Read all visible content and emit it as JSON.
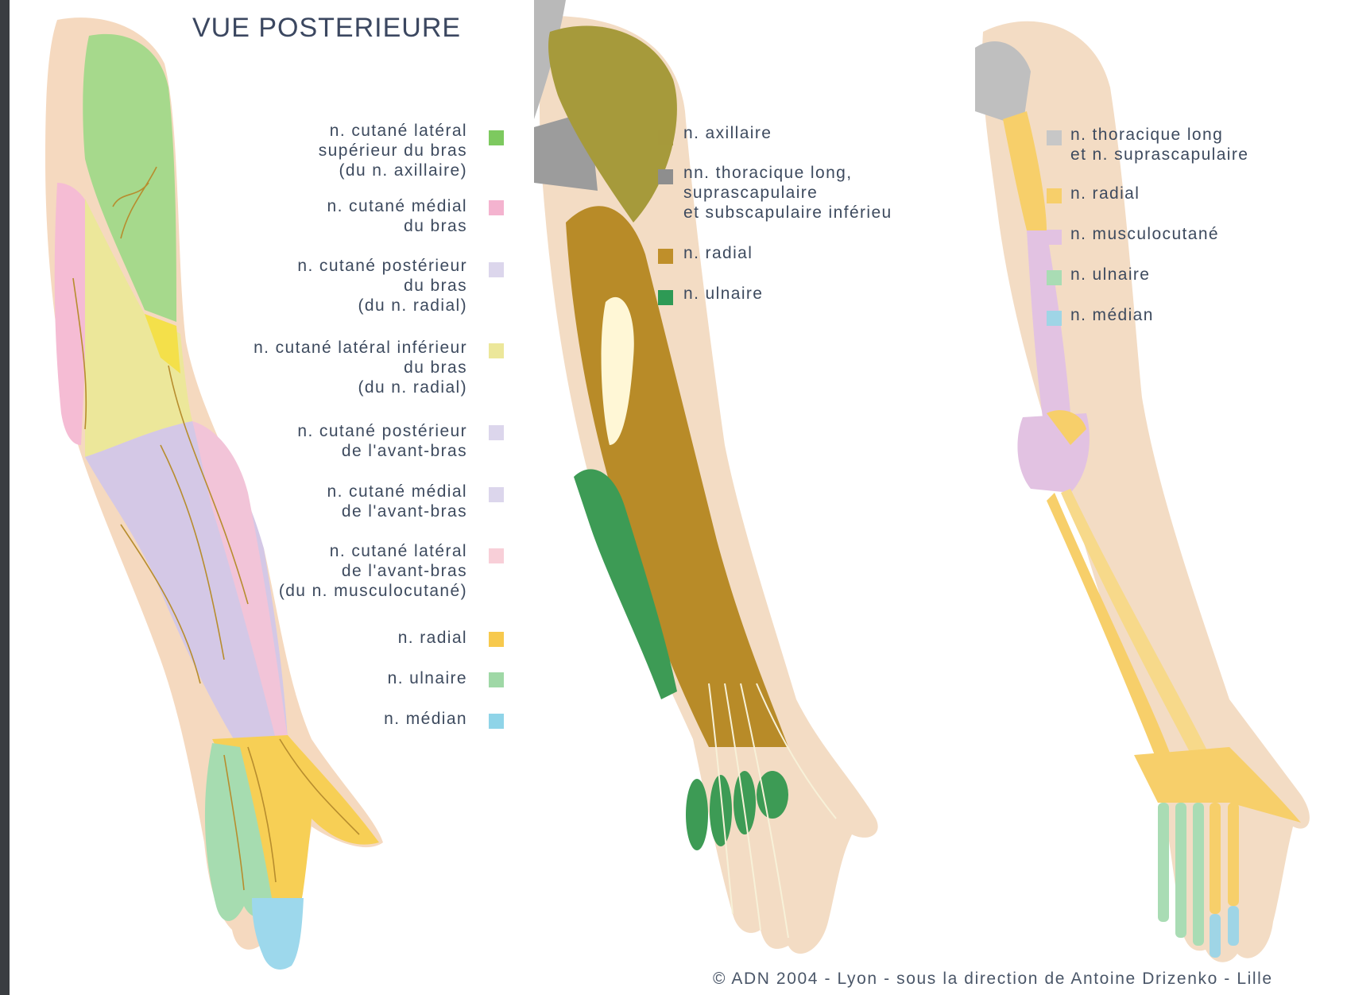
{
  "panel1": {
    "title": "VUE POSTERIEURE",
    "legend": [
      {
        "label": "n. cutané latéral\nsupérieur du bras\n(du n. axillaire)",
        "color": "#7dc95f"
      },
      {
        "label": "n. cutané médial\ndu bras",
        "color": "#f4b3cf"
      },
      {
        "label": "n. cutané postérieur\ndu bras\n(du n. radial)",
        "color": "#dcd6ec"
      },
      {
        "label": "n. cutané latéral inférieur\ndu bras\n(du n. radial)",
        "color": "#ece79a"
      },
      {
        "label": "n. cutané postérieur\nde l'avant-bras",
        "color": "#dcd6ec"
      },
      {
        "label": "n. cutané médial\nde l'avant-bras",
        "color": "#dcd6ec"
      },
      {
        "label": "n. cutané latéral\nde l'avant-bras\n(du n. musculocutané)",
        "color": "#f8cfd8"
      },
      {
        "label": "n. radial",
        "color": "#f7c94d"
      },
      {
        "label": "n. ulnaire",
        "color": "#9fd8a6"
      },
      {
        "label": "n. médian",
        "color": "#8fd4e8"
      }
    ]
  },
  "panel2": {
    "legend": [
      {
        "label": "n. axillaire",
        "color": "#a6993b"
      },
      {
        "label": "nn. thoracique long,\nsuprascapulaire\net subscapulaire inférieu",
        "color": "#8e8e8e"
      },
      {
        "label": "n. radial",
        "color": "#bf8f2a"
      },
      {
        "label": "n. ulnaire",
        "color": "#2e9a55"
      }
    ]
  },
  "panel3": {
    "legend": [
      {
        "label": "n. thoracique long\net n. suprascapulaire",
        "color": "#c7c7c7"
      },
      {
        "label": "n. radial",
        "color": "#f7cf6a"
      },
      {
        "label": "n. musculocutané",
        "color": "#e2c2e2"
      },
      {
        "label": "n. ulnaire",
        "color": "#a9dcb4"
      },
      {
        "label": "n. médian",
        "color": "#9fd5e6"
      }
    ]
  },
  "credit": "© ADN 2004 - Lyon - sous la direction de Antoine Drizenko - Lille"
}
